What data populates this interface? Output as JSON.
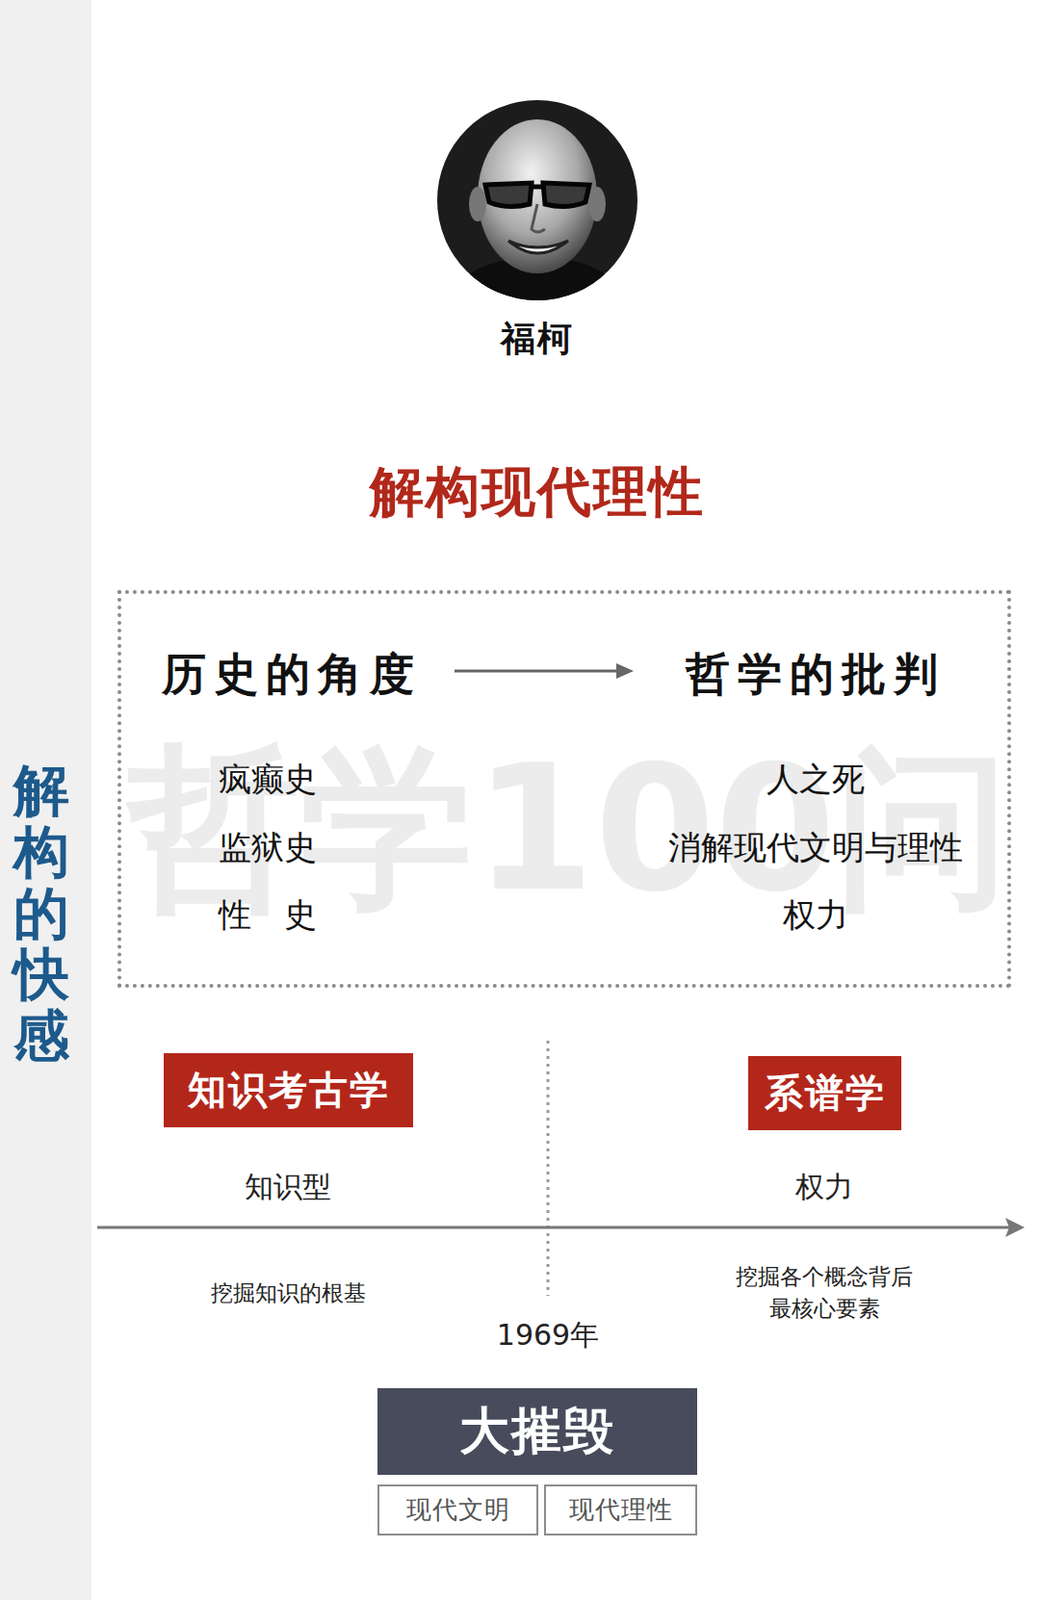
{
  "diagram": {
    "title": "解构现代理性",
    "nodes": [
      {
        "text": [
          "福柯"
        ]
      },
      {
        "text": [
          "历史的角度",
          "哲学的批判",
          "疯癫史",
          "监狱史",
          "性　史",
          "人之死",
          "消解现代文明与理性",
          "权力"
        ]
      },
      {
        "text": [
          "知识考古学"
        ]
      },
      {
        "text": [
          "系谱学"
        ]
      },
      {
        "text": [
          "大摧毁"
        ]
      },
      {
        "text": [
          "现代文明"
        ]
      },
      {
        "text": [
          "现代理性"
        ]
      }
    ],
    "labels": [
      "解构的快感",
      "哲学100问",
      "知识型",
      "权力",
      "挖掘知识的根基",
      "挖掘各个概念背后 最核心要素",
      "1969年"
    ]
  }
}
